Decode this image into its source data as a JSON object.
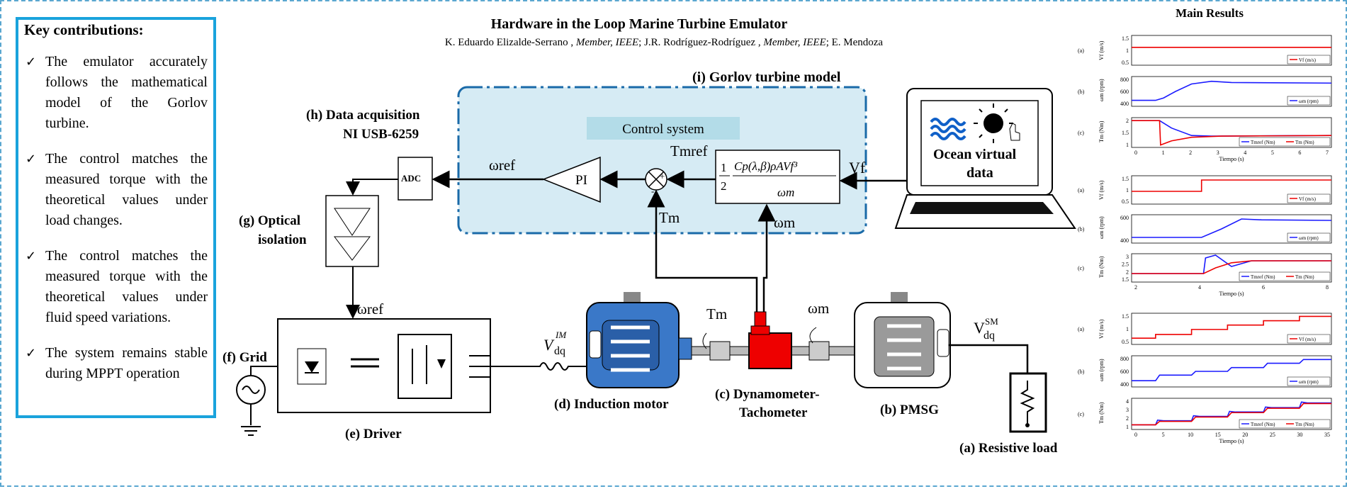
{
  "header": {
    "title": "Hardware in the Loop Marine Turbine Emulator",
    "authors": [
      {
        "name": "K. Eduardo Elizalde-Serrano ,",
        "affil": "Member, IEEE",
        "sep": ";"
      },
      {
        "name": "J.R. Rodríguez-Rodríguez ,",
        "affil": "Member, IEEE",
        "sep": ";"
      },
      {
        "name": "E. Mendoza",
        "affil": "",
        "sep": ""
      }
    ]
  },
  "contributions": {
    "title": "Key contributions:",
    "items": [
      "The emulator accurately follows the mathematical model of the Gorlov turbine.",
      "The control matches the measured torque with the theoretical values under load changes.",
      "The control matches the measured torque with the theoretical values under fluid speed variations.",
      "The system remains stable during MPPT operation"
    ]
  },
  "diagram": {
    "gorlov_label": "(i) Gorlov turbine model",
    "control_system": "Control system",
    "daq_label_1": "(h) Data acquisition",
    "daq_label_2": "NI USB-6259",
    "adc": "ADC",
    "pi": "PI",
    "omega_ref": "ωref",
    "tm_ref": "Tmref",
    "vf": "Vf",
    "tm": "Tm",
    "omega_m": "ωm",
    "formula": {
      "half": "1",
      "den2": "2",
      "numerator": "Cp(λ,β)ρAVf³",
      "denominator": "ωm"
    },
    "ocean_1": "Ocean virtual",
    "ocean_2": "data",
    "optical_1": "(g) Optical",
    "optical_2": "isolation",
    "grid": "(f) Grid",
    "driver": "(e) Driver",
    "induction": "(d) Induction motor",
    "dyn_1": "(c) Dynamometer-",
    "dyn_2": "Tachometer",
    "pmsg": "(b) PMSG",
    "load": "(a) Resistive load",
    "vdq_im": "V",
    "vdq_sm": "V",
    "sub_dq": "dq",
    "sup_im": "IM",
    "sup_sm": "SM",
    "sign_minus": "-",
    "sign_plus": "+"
  },
  "results": {
    "title": "Main Results",
    "panel_letters": [
      "(a)",
      "(b)",
      "(c)"
    ],
    "xlabel": "Tiempo (s)",
    "group1": {
      "x_ticks": [
        "0",
        "1",
        "2",
        "3",
        "4",
        "5",
        "6",
        "7"
      ],
      "a": {
        "ylabel": "Vf (m/s)",
        "ticks": [
          "1.5",
          "1",
          "0.5"
        ],
        "legend": "Vf (m/s)"
      },
      "b": {
        "ylabel": "ωm (rpm)",
        "ticks": [
          "800",
          "600",
          "400"
        ],
        "legend": "ωm (rpm)"
      },
      "c": {
        "ylabel": "Tm (Nm)",
        "ticks": [
          "2",
          "1.5",
          "1"
        ],
        "legend1": "Tmref (Nm)",
        "legend2": "Tm (Nm)"
      }
    },
    "group2": {
      "x_ticks": [
        "2",
        "4",
        "6",
        "8"
      ],
      "a": {
        "ylabel": "Vf (m/s)",
        "ticks": [
          "1.5",
          "1",
          "0.5"
        ],
        "legend": "Vf (m/s)"
      },
      "b": {
        "ylabel": "ωm (rpm)",
        "ticks": [
          "600",
          "400"
        ],
        "legend": "ωm (rpm)"
      },
      "c": {
        "ylabel": "Tm (Nm)",
        "ticks": [
          "3",
          "2.5",
          "2",
          "1.5"
        ],
        "legend1": "Tmref (Nm)",
        "legend2": "Tm (Nm)"
      }
    },
    "group3": {
      "x_ticks": [
        "0",
        "5",
        "10",
        "15",
        "20",
        "25",
        "30",
        "35"
      ],
      "a": {
        "ylabel": "Vf (m/s)",
        "ticks": [
          "1.5",
          "1",
          "0.5"
        ],
        "legend": "Vf (m/s)"
      },
      "b": {
        "ylabel": "ωm (rpm)",
        "ticks": [
          "800",
          "600",
          "400"
        ],
        "legend": "ωm (rpm)"
      },
      "c": {
        "ylabel": "Tm (Nm)",
        "ticks": [
          "4",
          "3",
          "2",
          "1"
        ],
        "legend1": "Tmref (Nm)",
        "legend2": "Tm (Nm)"
      }
    }
  }
}
